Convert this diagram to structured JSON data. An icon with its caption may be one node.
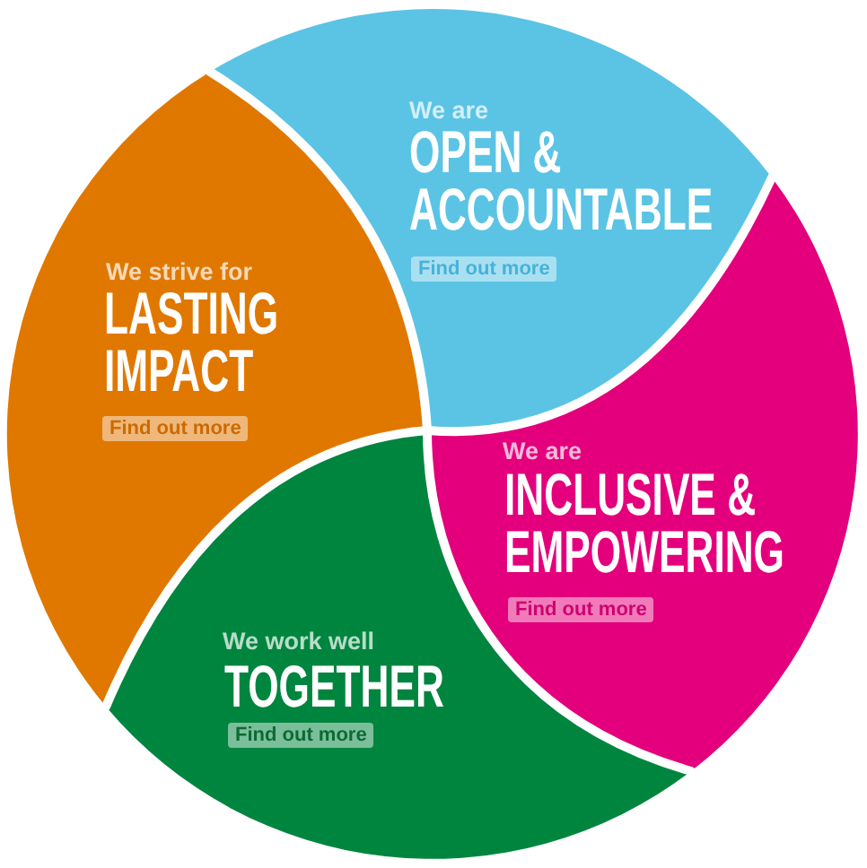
{
  "diagram": {
    "nodes": [
      {
        "text": [
          "We are",
          "OPEN & ACCOUNTABLE",
          "Find out more"
        ]
      },
      {
        "text": [
          "We strive for",
          "LASTING IMPACT",
          "Find out more"
        ]
      },
      {
        "text": [
          "We are",
          "INCLUSIVE & EMPOWERING",
          "Find out more"
        ]
      },
      {
        "text": [
          "We work well",
          "TOGETHER",
          "Find out more"
        ]
      }
    ]
  }
}
